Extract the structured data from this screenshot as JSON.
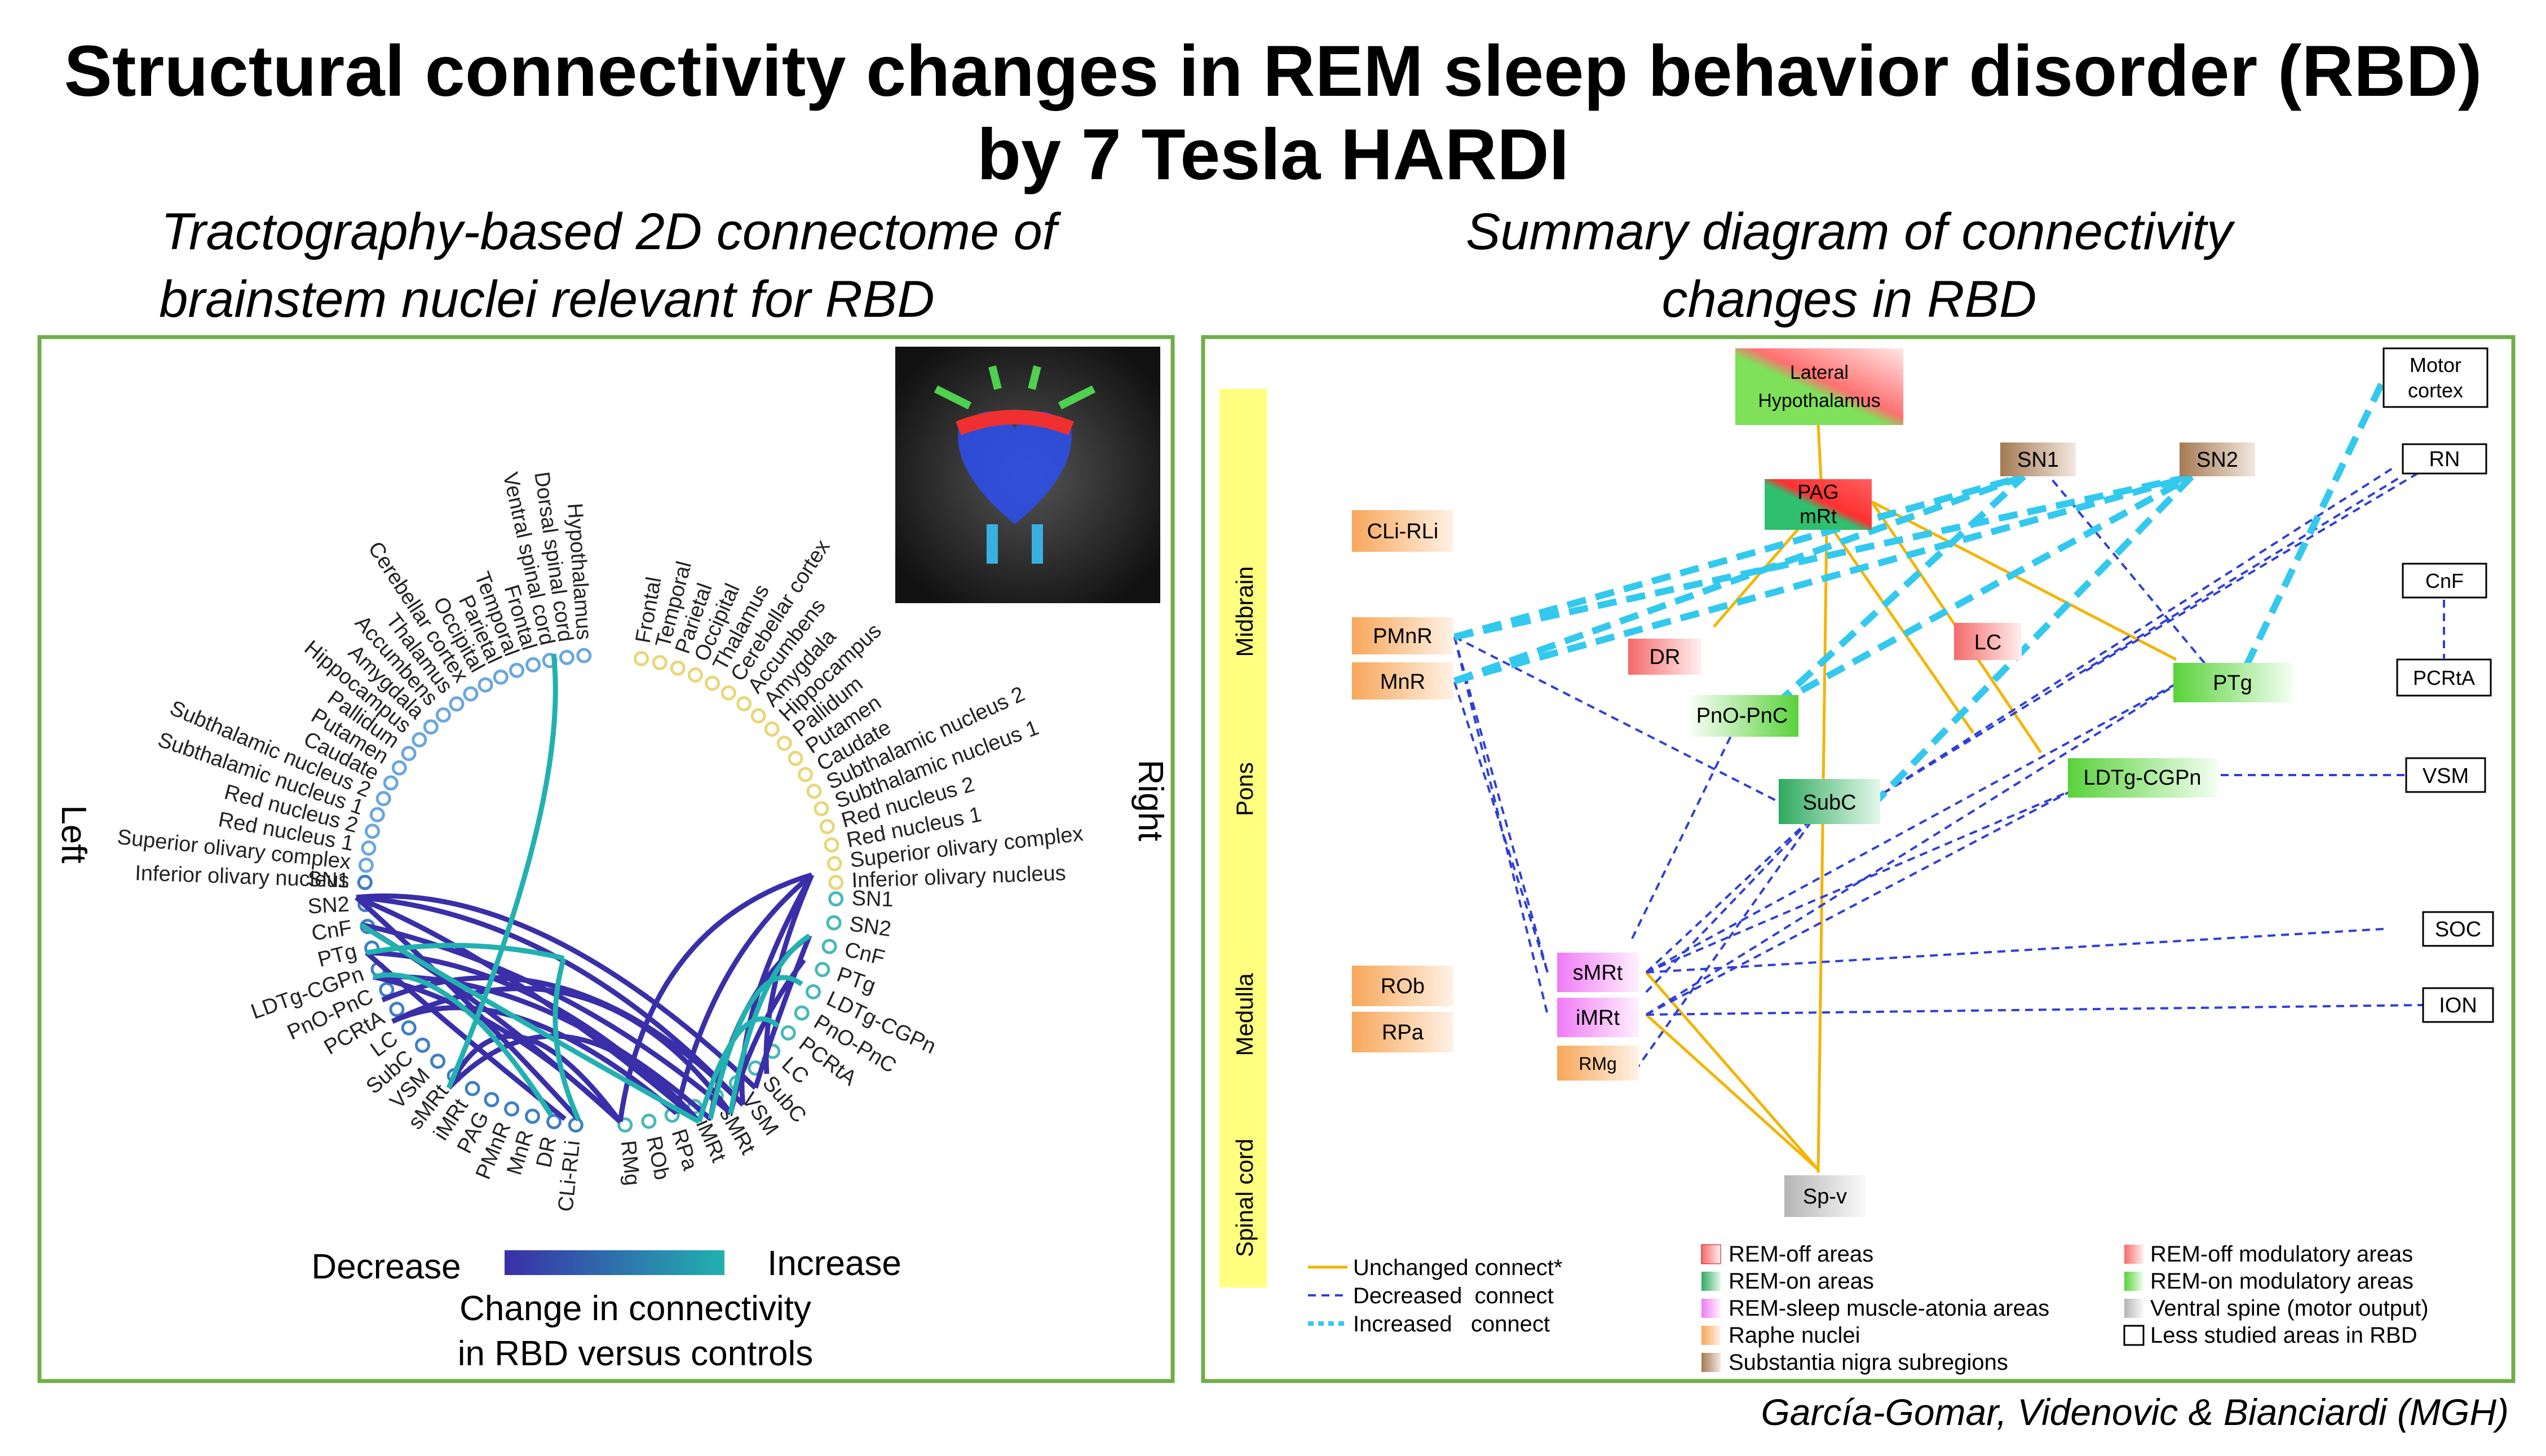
{
  "title": {
    "line1": "Structural connectivity changes in REM sleep behavior disorder (RBD)",
    "line2": "by 7 Tesla HARDI"
  },
  "left_panel": {
    "subtitle_line1": "Tractography-based 2D connectome of",
    "subtitle_line2": "brainstem nuclei relevant for RBD",
    "side_left": "Left",
    "side_right": "Right",
    "left_labels": [
      "Inferior olivary nucleus",
      "Superior olivary complex",
      "Red nucleus 1",
      "Red nucleus 2",
      "Subthalamic nucleus 1",
      "Subthalamic nucleus 2",
      "Caudate",
      "Putamen",
      "Pallidum",
      "Hippocampus",
      "Amygdala",
      "Accumbens",
      "Thalamus",
      "Cerebellar cortex",
      "Occipital",
      "Parietal",
      "Temporal",
      "Frontal",
      "Ventral spinal cord",
      "Dorsal spinal cord",
      "Hypothalamus"
    ],
    "right_labels": [
      "Frontal",
      "Temporal",
      "Parietal",
      "Occipital",
      "Thalamus",
      "Cerebellar cortex",
      "Accumbens",
      "Amygdala",
      "Hippocampus",
      "Pallidum",
      "Putamen",
      "Caudate",
      "Subthalamic nucleus 2",
      "Subthalamic nucleus 1",
      "Red nucleus 2",
      "Red nucleus 1",
      "Superior olivary complex",
      "Inferior olivary nucleus"
    ],
    "bottom_left_labels": [
      "SN1",
      "SN2",
      "CnF",
      "PTg",
      "LDTg-CGPn",
      "PnO-PnC",
      "PCRtA",
      "LC",
      "SubC",
      "VSM",
      "sMRt",
      "iMRt",
      "PAG",
      "PMnR",
      "MnR",
      "DR",
      "CLi-RLi"
    ],
    "bottom_right_labels": [
      "RMg",
      "ROb",
      "RPa",
      "iMRt",
      "sMRt",
      "VSM",
      "SubC",
      "LC",
      "PCRtA",
      "PnO-PnC",
      "LDTg-CGPn",
      "PTg",
      "CnF",
      "SN2",
      "SN1"
    ],
    "legend": {
      "decrease": "Decrease",
      "increase": "Increase",
      "caption_line1": "Change in connectivity",
      "caption_line2": "in RBD versus controls"
    }
  },
  "right_panel": {
    "subtitle_line1": "Summary diagram of connectivity",
    "subtitle_line2": "changes in RBD",
    "regions": [
      "Midbrain",
      "Pons",
      "Medulla",
      "Spinal cord"
    ],
    "nodes": {
      "lh": "Lateral\nHypothalamus",
      "paglabel": "PAG\nmRt",
      "sn1": "SN1",
      "sn2": "SN2",
      "motor": "Motor\ncortex",
      "rn": "RN",
      "cnf": "CnF",
      "pcrta": "PCRtA",
      "clirli": "CLi-RLi",
      "pmnr": "PMnR",
      "mnr": "MnR",
      "dr": "DR",
      "lc": "LC",
      "pnopnc": "PnO-PnC",
      "ptg": "PTg",
      "subc": "SubC",
      "ldtg": "LDTg-CGPn",
      "vsm": "VSM",
      "soc": "SOC",
      "ion": "ION",
      "rob": "ROb",
      "rpa": "RPa",
      "smrt": "sMRt",
      "imrt": "iMRt",
      "rmg": "RMg",
      "spv": "Sp-v"
    },
    "line_legend": [
      "Unchanged connect*",
      "Decreased  connect",
      "Increased   connect"
    ],
    "color_legend_left": [
      "REM-off areas",
      "REM-on areas",
      "REM-sleep muscle-atonia areas",
      "Raphe nuclei",
      "Substantia nigra subregions"
    ],
    "color_legend_right": [
      "REM-off modulatory areas",
      "REM-on modulatory areas",
      "Ventral spine (motor output)",
      "Less studied areas in RBD"
    ]
  },
  "credit": "García-Gomar, Videnovic & Bianciardi (MGH)",
  "colors": {
    "panel_border": "#70ad47",
    "unchanged": "#f4b400",
    "decreased": "#2e3fd6",
    "increased": "#33c9ef",
    "chord_decrease": "#3a2fa8",
    "chord_increase": "#22b1b0",
    "region_bar": "#ffff80"
  }
}
